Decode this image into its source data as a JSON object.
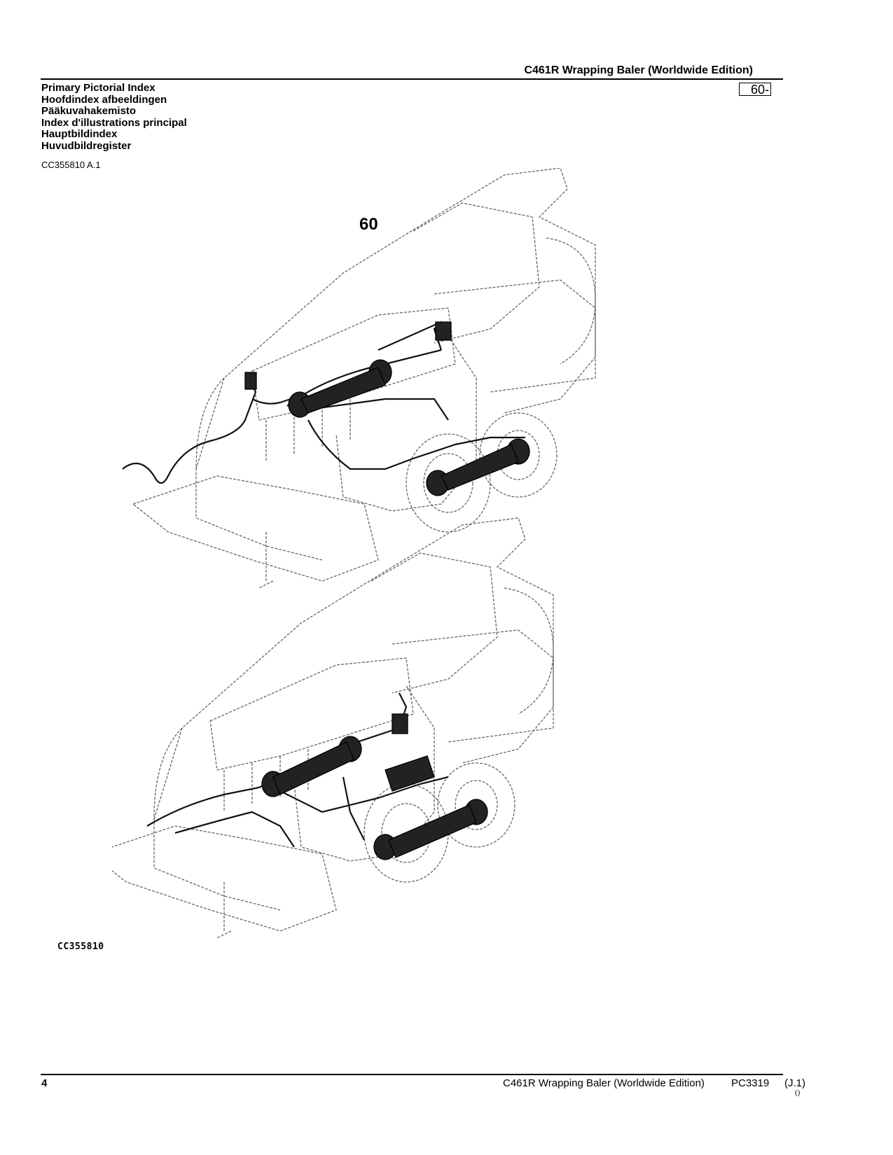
{
  "header": {
    "title": "C461R Wrapping Baler (Worldwide Edition)",
    "section_tab": "60-"
  },
  "index_titles": [
    "Primary Pictorial Index",
    "Hoofdindex afbeeldingen",
    "Pääkuvahakemisto",
    "Index d'illustrations principal",
    "Hauptbildindex",
    "Huvudbildregister"
  ],
  "figure": {
    "ref": "CC355810 A.1",
    "section_label": "60",
    "code": "CC355810"
  },
  "footer": {
    "page_number": "4",
    "title": "C461R Wrapping Baler (Worldwide Edition)",
    "doc_code": "PC3319",
    "version": "(J.1)",
    "mark": "()"
  }
}
